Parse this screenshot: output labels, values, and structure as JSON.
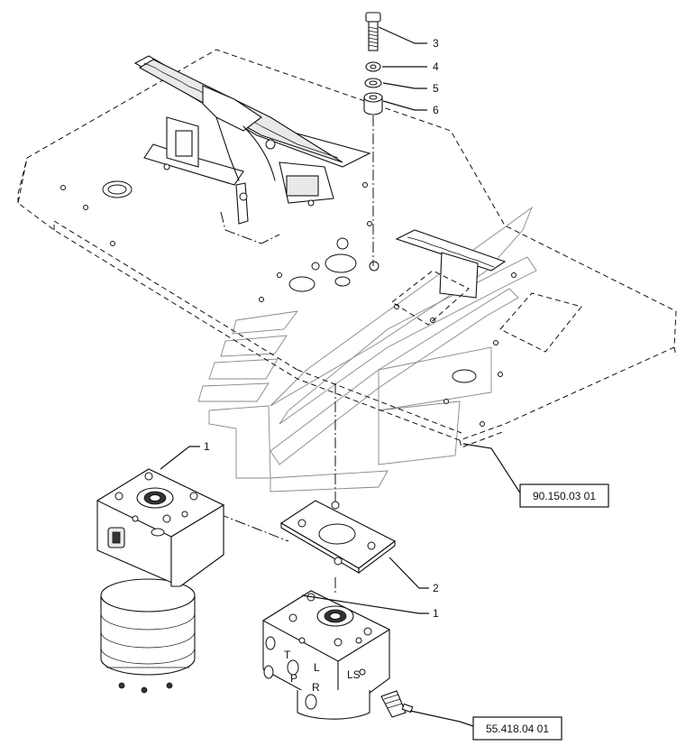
{
  "callouts": {
    "c1a": "1",
    "c1b": "1",
    "c2": "2",
    "c3": "3",
    "c4": "4",
    "c5": "5",
    "c6": "6"
  },
  "references": {
    "floor_plate": "90.150.03 01",
    "fitting": "55.418.04 01"
  },
  "port_labels": {
    "t": "T",
    "l": "L",
    "p": "P",
    "r": "R",
    "ls": "LS"
  }
}
